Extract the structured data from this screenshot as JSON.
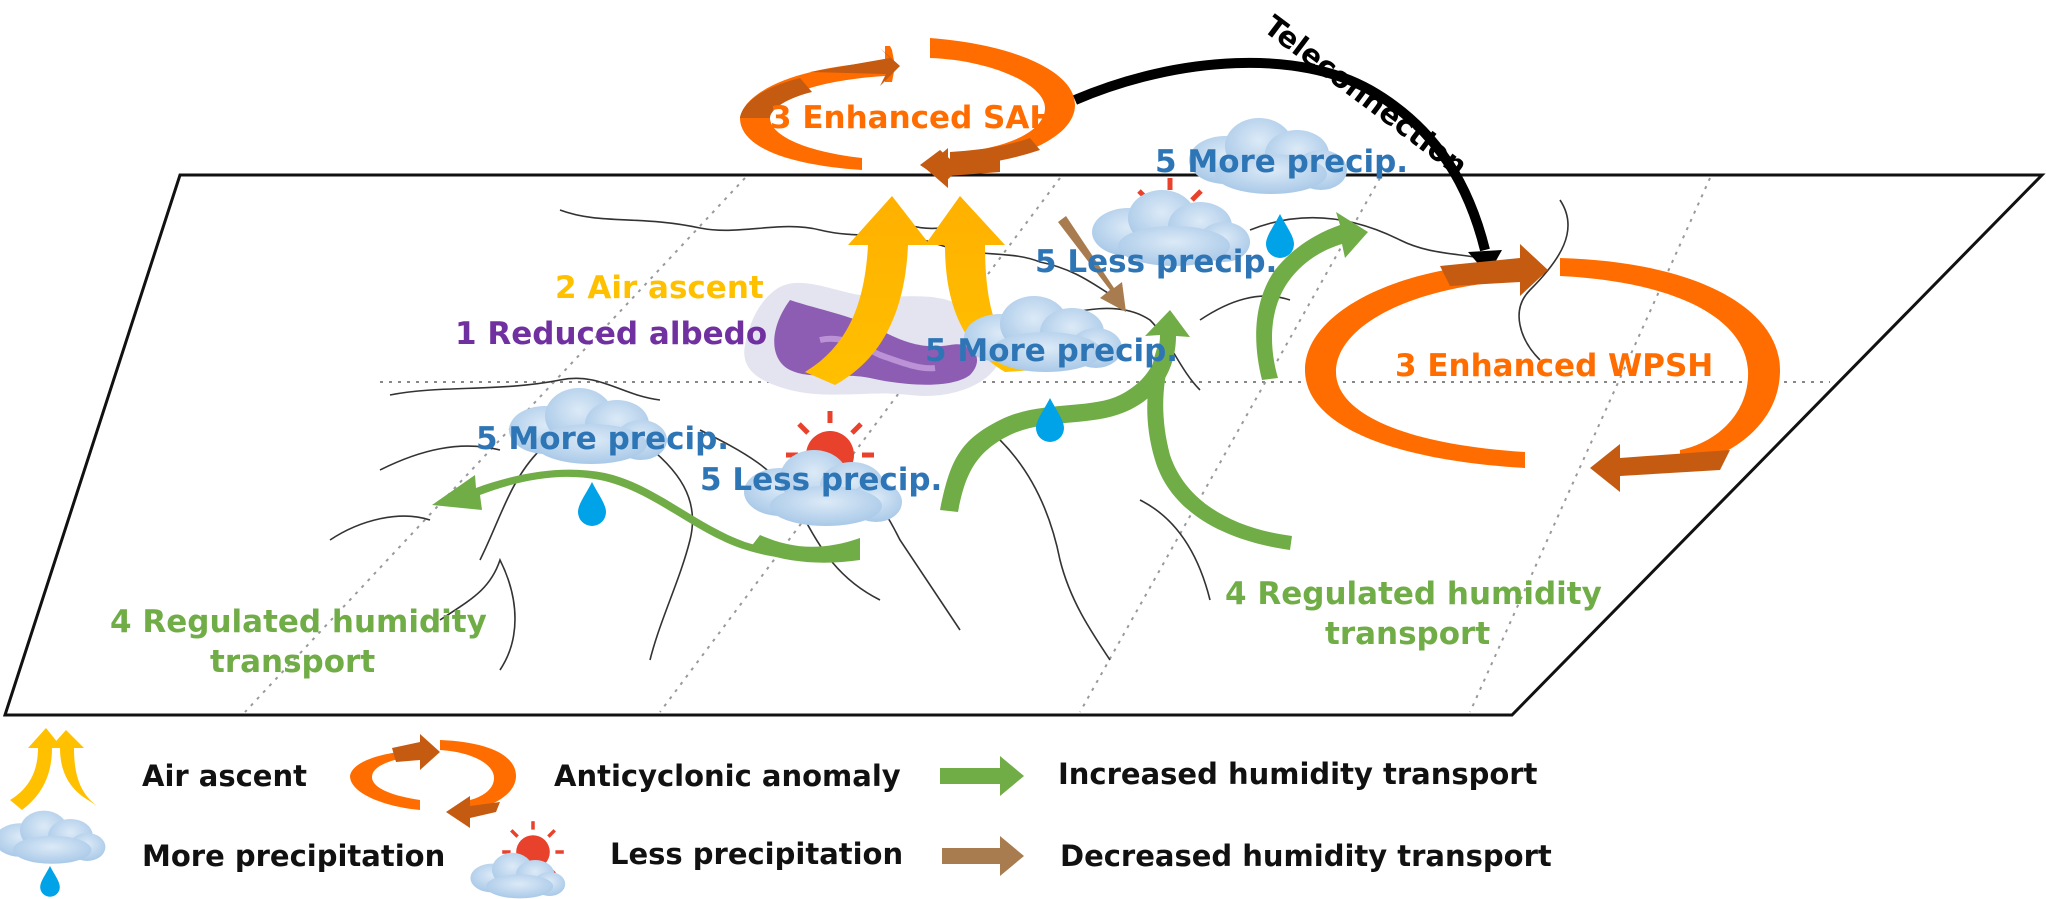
{
  "colors": {
    "orange": "#FF6D00",
    "dark_orange": "#C55A11",
    "yellow": "#FFC000",
    "green": "#70AD47",
    "brown": "#A87C4F",
    "blue_text": "#2E75B6",
    "cloud": "#BDD7EE",
    "drop": "#00A2E8",
    "sun": "#E8412C",
    "purple": "#7030A0",
    "black": "#000000"
  },
  "labels": {
    "sah": "3 Enhanced SAH",
    "wpsh": "3 Enhanced WPSH",
    "teleconnection": "Teleconnection",
    "air_ascent": "2 Air ascent",
    "reduced_albedo": "1 Reduced albedo",
    "more_precip_ne": "5 More precip.",
    "less_precip_ne": "5 Less precip.",
    "more_precip_center": "5 More precip.",
    "more_precip_w": "5 More precip.",
    "less_precip_sw": "5 Less precip.",
    "humidity_left_1": "4 Regulated humidity",
    "humidity_left_2": "transport",
    "humidity_right_1": "4 Regulated humidity",
    "humidity_right_2": "transport"
  },
  "legend": {
    "air_ascent": "Air ascent",
    "anticyclonic": "Anticyclonic anomaly",
    "increased_humidity": "Increased humidity transport",
    "more_precip": "More precipitation",
    "less_precip": "Less precipitation",
    "decreased_humidity": "Decreased humidity transport"
  }
}
